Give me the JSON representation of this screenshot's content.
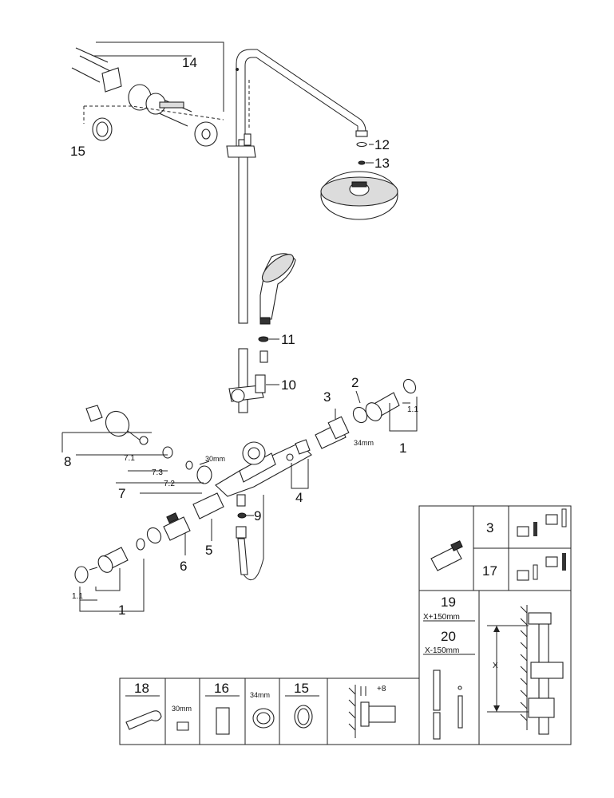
{
  "callouts": {
    "c14": "14",
    "c15": "15",
    "c12": "12",
    "c13": "13",
    "c11": "11",
    "c10": "10",
    "c2": "2",
    "c3": "3",
    "c1_1_right": "1.1",
    "c1_right": "1",
    "c34mm": "34mm",
    "c4": "4",
    "c8": "8",
    "c7_1": "7.1",
    "c7_3": "7.3",
    "c7_2": "7.2",
    "c7": "7",
    "c30mm": "30mm",
    "c9": "9",
    "c5": "5",
    "c6": "6",
    "c1_1_left": "1.1",
    "c1_left": "1"
  },
  "cartridge_table": {
    "row1_number": "3",
    "row2_number": "17"
  },
  "rail_table": {
    "n19": "19",
    "label19": "X+150mm",
    "n20": "20",
    "label20": "X-150mm",
    "x_label": "X"
  },
  "tools_table": {
    "n18": "18",
    "w30mm": "30mm",
    "n16": "16",
    "w34mm": "34mm",
    "n15": "15",
    "plus8": "+8"
  }
}
